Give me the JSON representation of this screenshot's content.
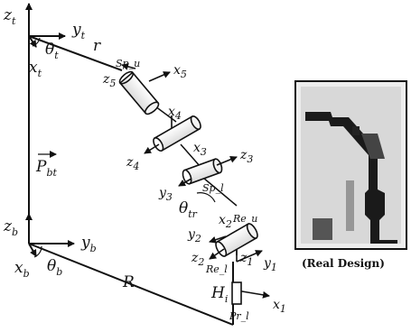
{
  "labels": {
    "z_t": "z",
    "z_t_sub": "t",
    "y_t": "y",
    "y_t_sub": "t",
    "x_t": "x",
    "x_t_sub": "t",
    "theta_t": "θ",
    "theta_t_sub": "t",
    "r": "r",
    "sp_u": "Sp_u",
    "z5": "z",
    "z5_sub": "5",
    "x5": "x",
    "x5_sub": "5",
    "x4": "x",
    "x4_sub": "4",
    "z4": "z",
    "z4_sub": "4",
    "x3": "x",
    "x3_sub": "3",
    "z3": "z",
    "z3_sub": "3",
    "y3": "y",
    "y3_sub": "3",
    "sp_l": "Sp_l",
    "theta_tr": "θ",
    "theta_tr_sub": "tr",
    "x2": "x",
    "x2_sub": "2",
    "re_u": "Re_u",
    "y2": "y",
    "y2_sub": "2",
    "z2": "z",
    "z2_sub": "2",
    "re_l": "Re_l",
    "z1": "z",
    "z1_sub": "1",
    "y1": "y",
    "y1_sub": "1",
    "x1": "x",
    "x1_sub": "1",
    "H_i": "H",
    "H_i_sub": "i",
    "pr_l": "Pr_l",
    "P_bt": "P",
    "P_bt_sub": "bt",
    "z_b": "z",
    "z_b_sub": "b",
    "y_b": "y",
    "y_b_sub": "b",
    "x_b": "x",
    "x_b_sub": "b",
    "theta_b": "θ",
    "theta_b_sub": "b",
    "R": "R"
  },
  "photo_caption": "(Real Design)"
}
